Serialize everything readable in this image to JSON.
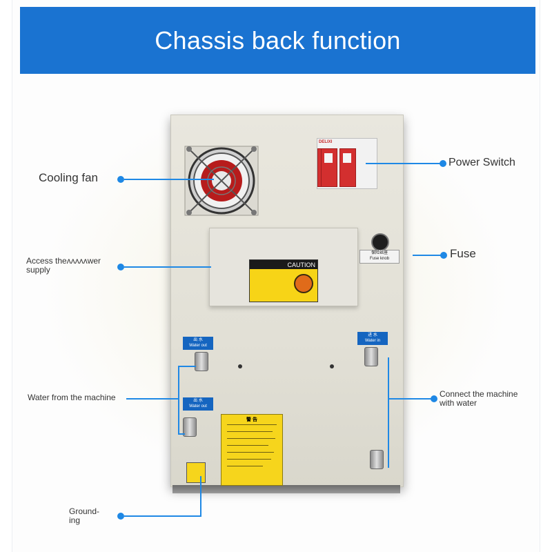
{
  "header": {
    "title": "Chassis back function"
  },
  "callouts": {
    "cooling_fan": "Cooling fan",
    "power_switch": "Power Switch",
    "fuse": "Fuse",
    "access_power_line1": "Access theʌʌʌʌʌwer",
    "access_power_line2": "supply",
    "water_from_machine": "Water from the machine",
    "connect_water_line1": "Connect the machine",
    "connect_water_line2": "with water",
    "grounding_line1": "Ground-",
    "grounding_line2": "ing"
  },
  "device_labels": {
    "breaker_brand": "DELIXI",
    "caution_text": "CAUTION",
    "fuse_label_cn": "保险丝座",
    "fuse_label_en": "Fuse knob",
    "water_out_top_cn": "出 水",
    "water_out_top_en": "Water out",
    "water_in_cn": "进 水",
    "water_in_en": "Water in",
    "water_out_bottom_cn": "出 水",
    "water_out_bottom_en": "Water out",
    "notice_title": "警 告"
  },
  "colors": {
    "banner": "#1a73d1",
    "callout": "#1e88e5",
    "breaker": "#d32f2f",
    "label_yellow": "#f6d51c"
  }
}
